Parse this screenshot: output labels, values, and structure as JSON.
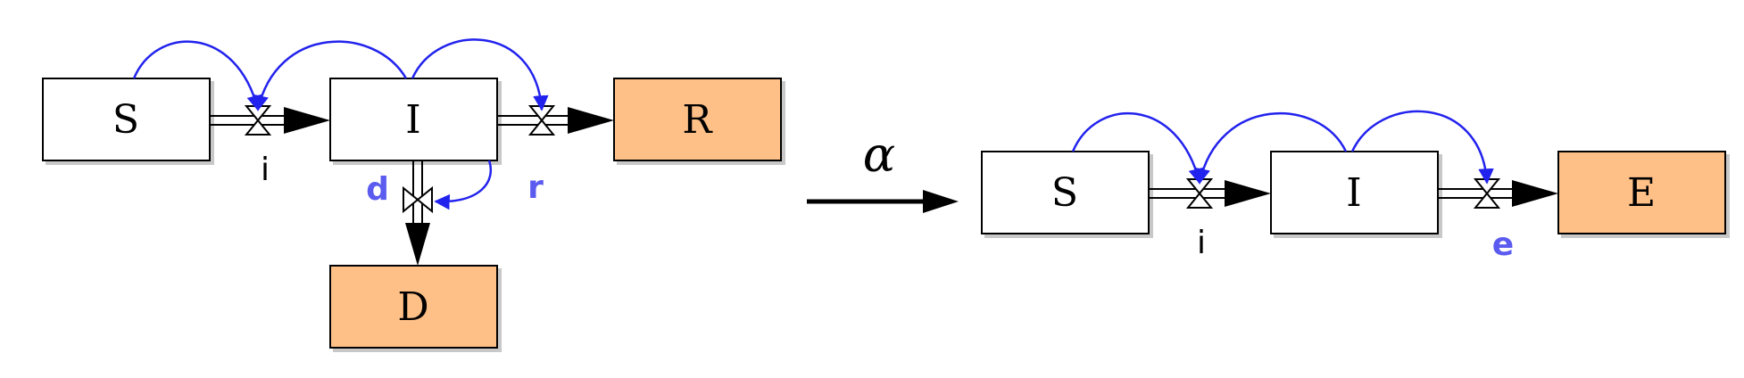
{
  "colors": {
    "stock_fill": "#ffffff",
    "sink_fill": "#fec087",
    "link": "#2222ee",
    "flow_label_blue": "#5b5bf0",
    "arrow": "#000000"
  },
  "left_model": {
    "stocks": {
      "S": "S",
      "I": "I",
      "R": "R",
      "D": "D"
    },
    "flows": {
      "i": "i",
      "r": "r",
      "d": "d"
    }
  },
  "transform": {
    "symbol": "α"
  },
  "right_model": {
    "stocks": {
      "S": "S",
      "I": "I",
      "E": "E"
    },
    "flows": {
      "i": "i",
      "e": "e"
    }
  }
}
